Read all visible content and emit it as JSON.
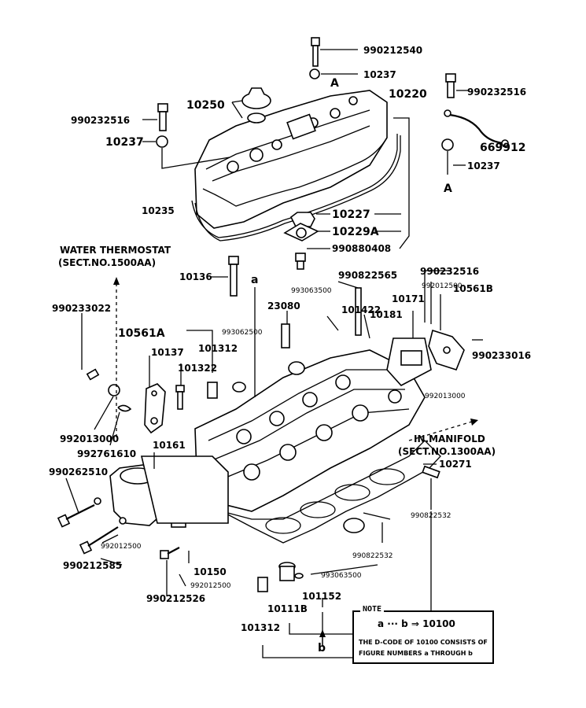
{
  "labels": {
    "p990212540": "990212540",
    "p10237_top": "10237",
    "pA_top": "A",
    "p10220": "10220",
    "p990232516_right": "990232516",
    "p10250": "10250",
    "p990232516_left": "990232516",
    "p10237_left": "10237",
    "p669912": "669912",
    "p10237_right": "10237",
    "pA_right": "A",
    "p10235": "10235",
    "p10227": "10227",
    "p10229A": "10229A",
    "p990880408": "990880408",
    "water_thermostat_1": "WATER THERMOSTAT",
    "water_thermostat_2": "(SECT.NO.1500AA)",
    "p10136": "10136",
    "pa_top": "a",
    "p990822565": "990822565",
    "p990232516_mid": "990232516",
    "p993063500_top": "993063500",
    "p992012500_top": "992012500",
    "p10561B": "10561B",
    "p10171": "10171",
    "p990233022": "990233022",
    "p23080": "23080",
    "p101422": "101422",
    "p10181": "10181",
    "p993062500": "993062500",
    "p10561A": "10561A",
    "p101312_mid": "101312",
    "p10137": "10137",
    "p101322": "101322",
    "p990233016": "990233016",
    "p992013000_right": "992013000",
    "p992013000_left": "992013000",
    "p992761610": "992761610",
    "p10161": "10161",
    "in_manifold_1": "IN.MANIFOLD",
    "in_manifold_2": "(SECT.NO.1300AA)",
    "p990262510": "990262510",
    "p10271": "10271",
    "p990822532_right": "990822532",
    "p992012500_left": "992012500",
    "p990212585": "990212585",
    "p990822532_mid": "990822532",
    "p10150": "10150",
    "p992012500_bottom": "992012500",
    "p993063500_bottom": "993063500",
    "p990212526": "990212526",
    "p101152": "101152",
    "p10111B": "10111B",
    "p101312_bottom": "101312",
    "pb": "b"
  },
  "note": {
    "title": "NOTE",
    "equation": "a ··· b  ⇒ 10100",
    "desc_line1": "THE D-CODE OF 10100 CONSISTS OF",
    "desc_line2": "FIGURE NUMBERS a THROUGH b"
  }
}
